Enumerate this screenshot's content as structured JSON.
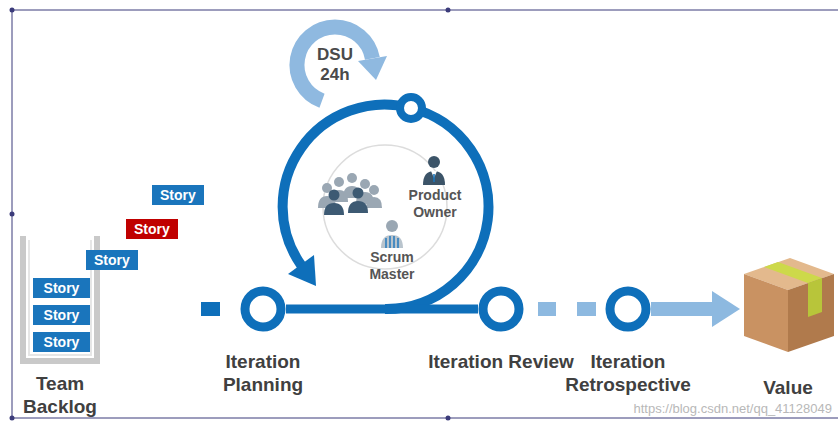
{
  "diagram": {
    "nodes": [
      {
        "text": [
          "Story"
        ]
      },
      {
        "text": [
          "Story"
        ]
      },
      {
        "text": [
          "Story"
        ]
      },
      {
        "text": [
          "Team Backlog"
        ]
      },
      {
        "text": [
          "Story"
        ],
        "in": 3
      },
      {
        "text": [
          "Story"
        ],
        "in": 3
      },
      {
        "text": [
          "Story"
        ],
        "in": 3
      },
      {
        "text": [
          "DSU 24h"
        ]
      },
      {
        "text": [
          "Iteration Planning"
        ]
      },
      {
        "text": [
          "Iteration Review"
        ]
      },
      {
        "text": [
          "Iteration Retrospective"
        ]
      },
      {
        "text": [
          "Value"
        ]
      }
    ],
    "edges": [
      {
        "from": 8,
        "to": 9,
        "arrow": "none"
      },
      {
        "from": 9,
        "to": 10,
        "arrow": "none"
      },
      {
        "from": 10,
        "to": 11,
        "arrow": "to"
      }
    ],
    "labels": [
      "Product Owner",
      "Scrum Master",
      "https://blog.csdn.net/qq_41128049"
    ]
  }
}
